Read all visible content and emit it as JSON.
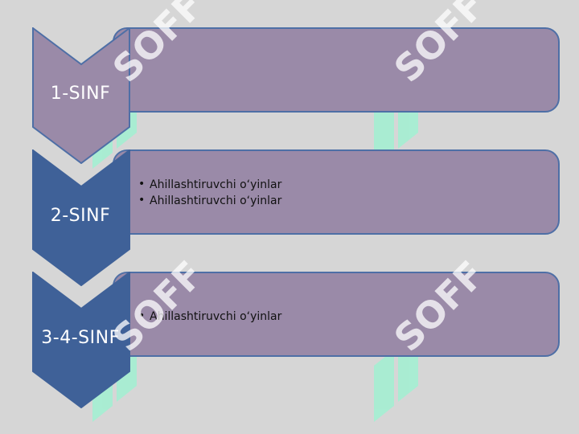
{
  "levels": [
    {
      "label": "1-SINF",
      "chevron_color": "#9a8aa8",
      "items": []
    },
    {
      "label": "2-SINF",
      "chevron_color": "#3f6198",
      "items": [
        "Ahillashtiruvchi o‘yinlar",
        "Ahillashtiruvchi o‘yinlar"
      ]
    },
    {
      "label": "3-4-SINF",
      "chevron_color": "#3f6198",
      "items": [
        "Ahillashtiruvchi o‘yinlar"
      ]
    }
  ],
  "watermark": {
    "text": "SOFF",
    "color": "#9ef2d2"
  }
}
